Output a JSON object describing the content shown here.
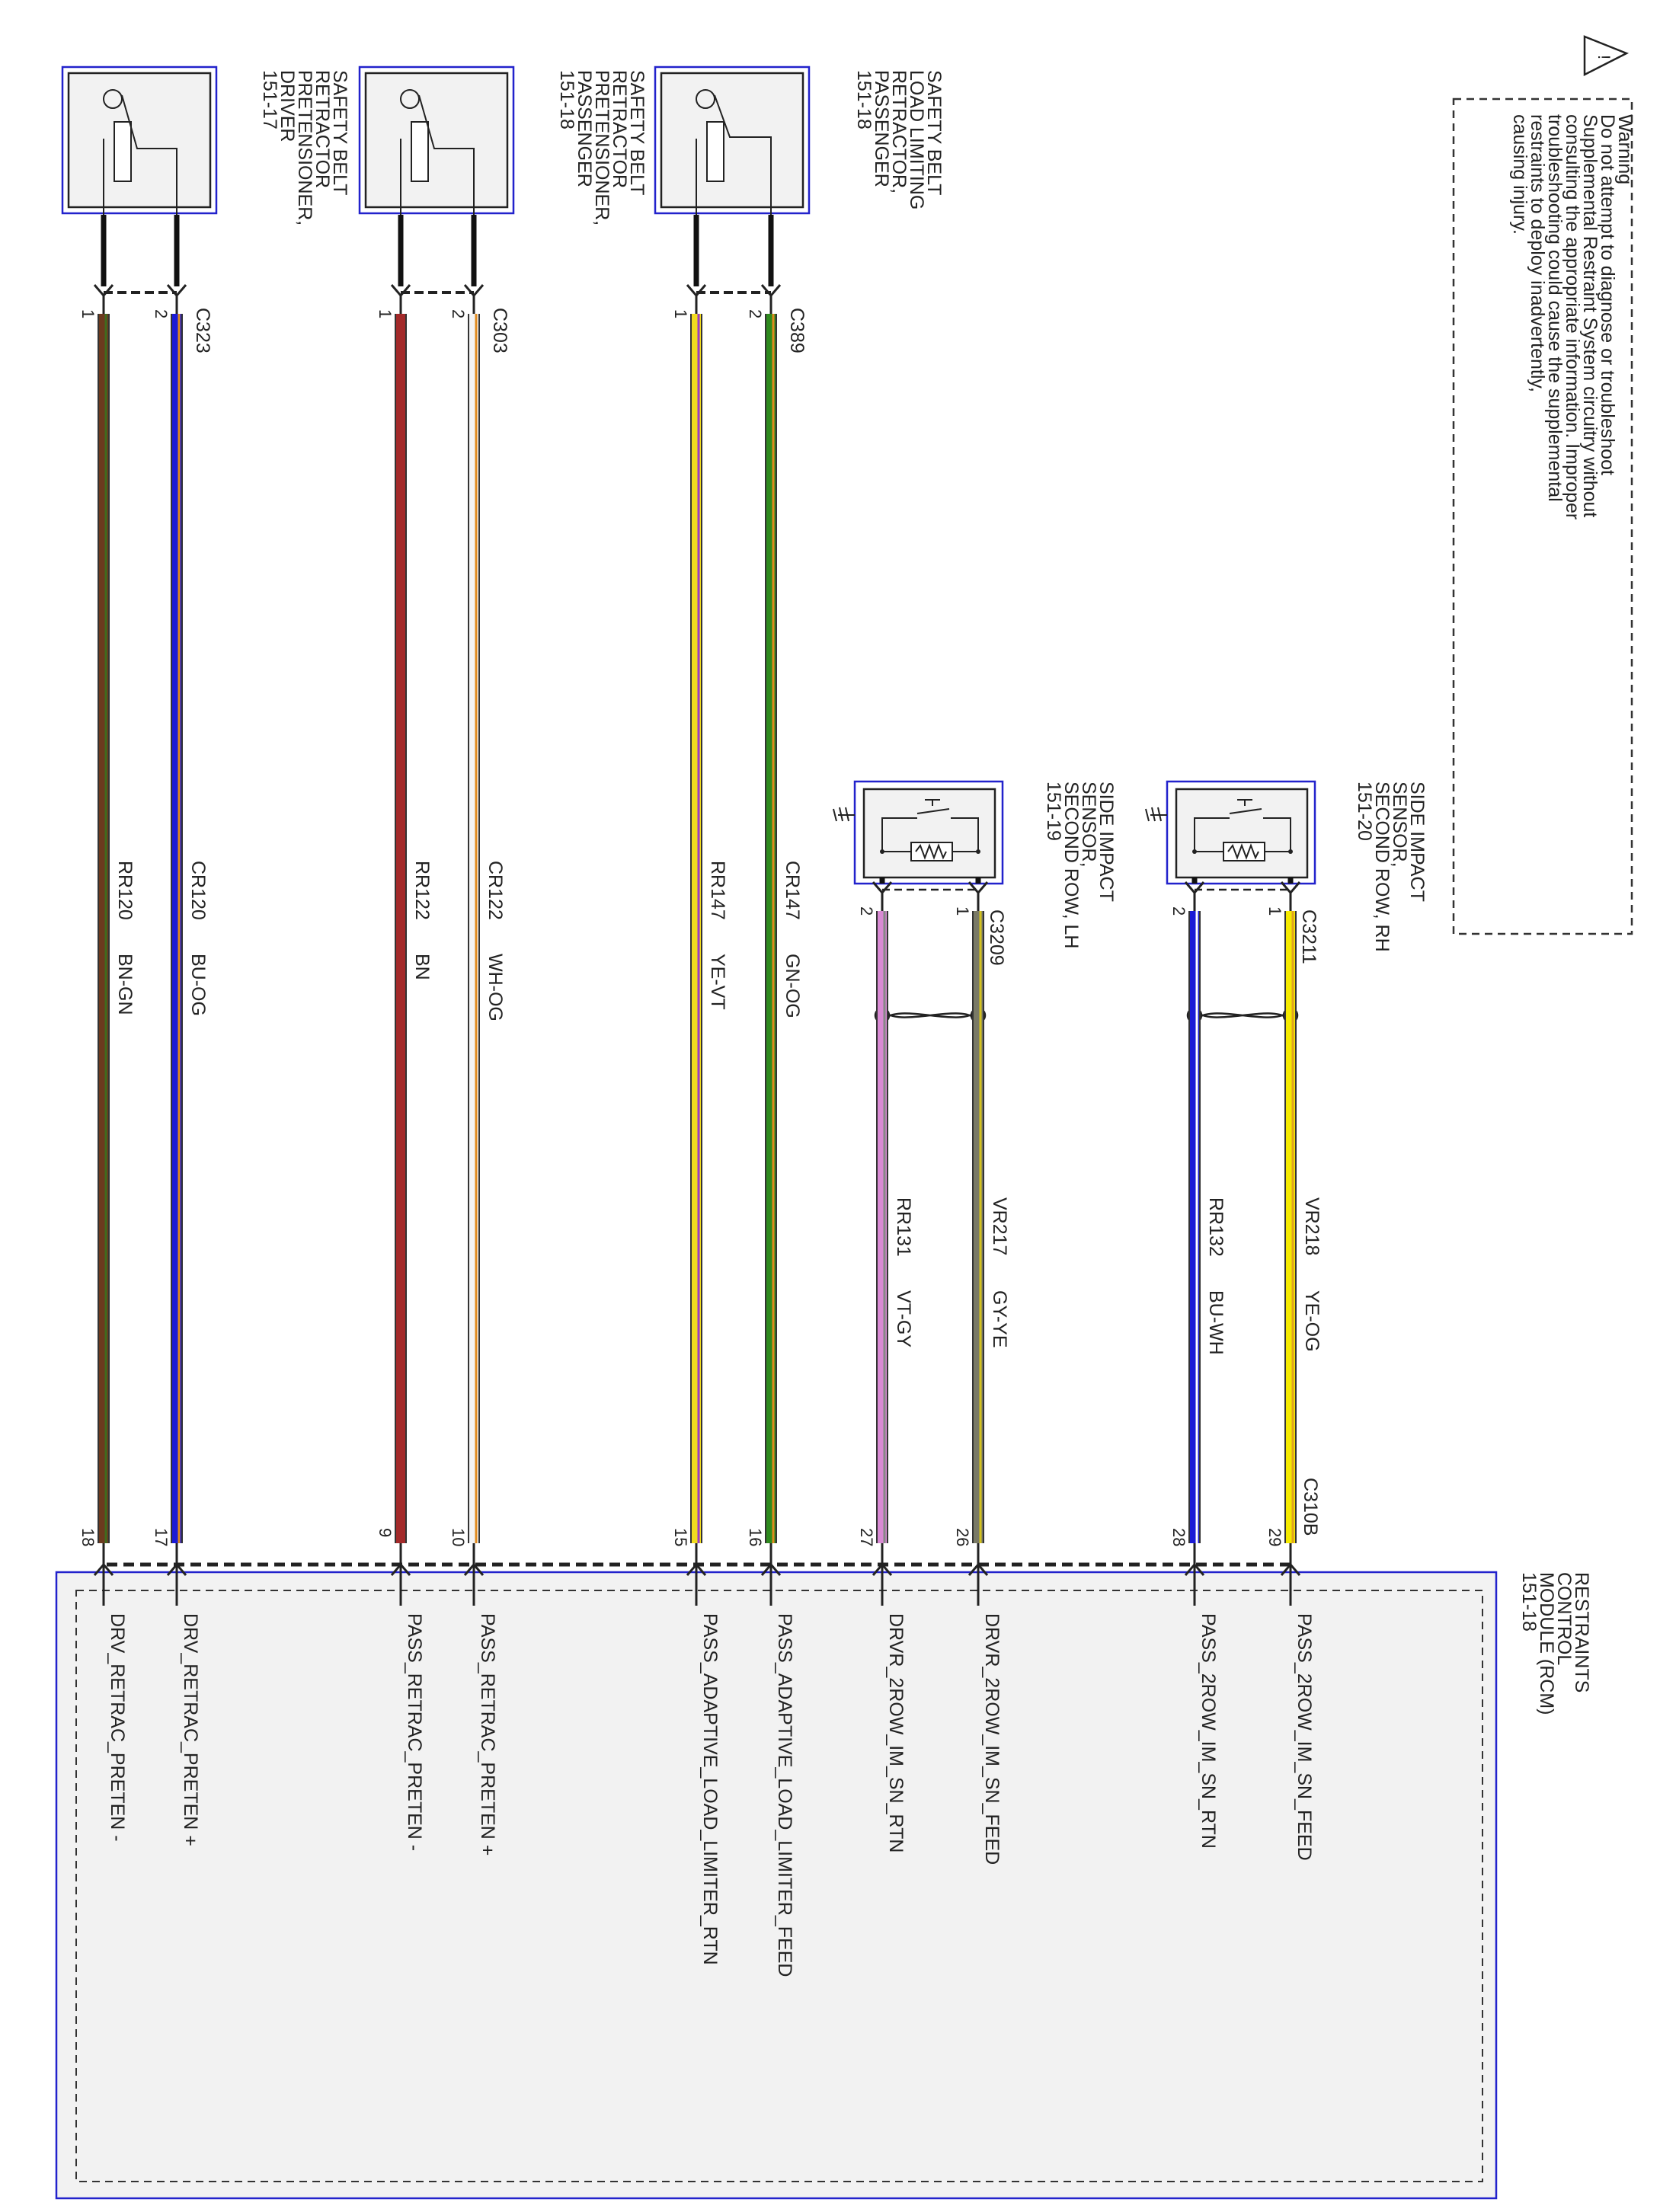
{
  "warning": {
    "icon": "warning-triangle-icon",
    "title": "Warning",
    "lines": [
      "Do not attempt to diagnose or troubleshoot",
      "Supplemental Restraint System circuitry without",
      "consulting the appropriate information. Improper",
      "troubleshooting could cause the supplemental",
      "restraints to deploy inadvertently,",
      "causing injury."
    ]
  },
  "module": {
    "name_lines": [
      "RESTRAINTS",
      "CONTROL",
      "MODULE (RCM)",
      "151-18"
    ],
    "connector": "C310B"
  },
  "components": [
    {
      "id": "belt-driver",
      "lines": [
        "SAFETY BELT",
        "RETRACTOR",
        "PRETENSIONER,",
        "DRIVER",
        "151-17"
      ],
      "connector": "C323"
    },
    {
      "id": "belt-passenger",
      "lines": [
        "SAFETY BELT",
        "RETRACTOR",
        "PRETENSIONER,",
        "PASSENGER",
        "151-18"
      ],
      "connector": "C303"
    },
    {
      "id": "belt-load-limiter",
      "lines": [
        "SAFETY BELT",
        "LOAD LIMITING",
        "RETRACTOR,",
        "PASSENGER",
        "151-18"
      ],
      "connector": "C389"
    },
    {
      "id": "side-sensor-lh",
      "lines": [
        "SIDE IMPACT",
        "SENSOR,",
        "SECOND ROW, LH",
        "151-19"
      ],
      "connector": "C3209"
    },
    {
      "id": "side-sensor-rh",
      "lines": [
        "SIDE IMPACT",
        "SENSOR,",
        "SECOND ROW, RH",
        "151-20"
      ],
      "connector": "C3211"
    }
  ],
  "wires": [
    {
      "circuit": "RR120",
      "color_code": "BN-GN",
      "comp_pin": "1",
      "rcm_pin": "18",
      "signal": "DRV_RETRAC_PRETEN -",
      "stroke": "#6b3a1e",
      "trace": "#3f6b1e"
    },
    {
      "circuit": "CR120",
      "color_code": "BU-OG",
      "comp_pin": "2",
      "rcm_pin": "17",
      "signal": "DRV_RETRAC_PRETEN +",
      "stroke": "#1a1ad6",
      "trace": "#e08a1e"
    },
    {
      "circuit": "RR122",
      "color_code": "BN",
      "comp_pin": "1",
      "rcm_pin": "9",
      "signal": "PASS_RETRAC_PRETEN -",
      "stroke": "#a32a2a",
      "trace": ""
    },
    {
      "circuit": "CR122",
      "color_code": "WH-OG",
      "comp_pin": "2",
      "rcm_pin": "10",
      "signal": "PASS_RETRAC_PRETEN +",
      "stroke": "#f4f4f4",
      "trace": "#e08a1e"
    },
    {
      "circuit": "RR147",
      "color_code": "YE-VT",
      "comp_pin": "1",
      "rcm_pin": "15",
      "signal": "PASS_ADAPTIVE_LOAD_LIMITER_RTN",
      "stroke": "#f2dc1e",
      "trace": "#9b3ec4"
    },
    {
      "circuit": "CR147",
      "color_code": "GN-OG",
      "comp_pin": "2",
      "rcm_pin": "16",
      "signal": "PASS_ADAPTIVE_LOAD_LIMITER_FEED",
      "stroke": "#2e8a1e",
      "trace": "#e08a1e"
    },
    {
      "circuit": "RR131",
      "color_code": "VT-GY",
      "comp_pin": "2",
      "rcm_pin": "27",
      "signal": "DRVR_2ROW_IM_SN_RTN",
      "stroke": "#d98ad4",
      "trace": "#888888"
    },
    {
      "circuit": "VR217",
      "color_code": "GY-YE",
      "comp_pin": "1",
      "rcm_pin": "26",
      "signal": "DRVR_2ROW_IM_SN_FEED",
      "stroke": "#7a7a66",
      "trace": "#d4c21e"
    },
    {
      "circuit": "RR132",
      "color_code": "BU-WH",
      "comp_pin": "2",
      "rcm_pin": "28",
      "signal": "PASS_2ROW_IM_SN_RTN",
      "stroke": "#1a1ad6",
      "trace": "#ffffff"
    },
    {
      "circuit": "VR218",
      "color_code": "YE-OG",
      "comp_pin": "1",
      "rcm_pin": "29",
      "signal": "PASS_2ROW_IM_SN_FEED",
      "stroke": "#f5ea00",
      "trace": "#e0a41e"
    }
  ]
}
